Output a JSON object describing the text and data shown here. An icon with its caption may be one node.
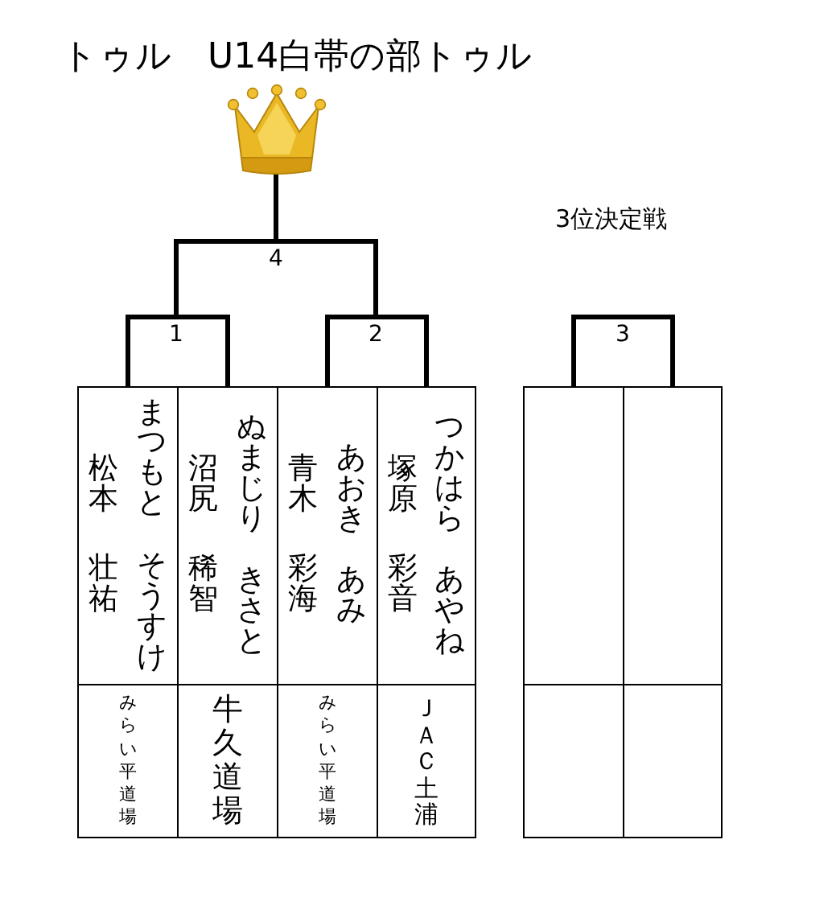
{
  "diagram": {
    "title": "トゥル　U14白帯の部トゥル",
    "nodes": [
      {
        "text": [],
        "shape": "picture"
      },
      {
        "text": [
          "4"
        ]
      },
      {
        "text": [
          "1"
        ]
      },
      {
        "text": [
          "2"
        ]
      },
      {
        "text": [
          "3"
        ]
      },
      {
        "text": [
          "松本",
          "壮祐",
          "まつもと",
          "そうすけ"
        ]
      },
      {
        "text": [
          "沼尻",
          "稀智",
          "ぬまじり",
          "きさと"
        ]
      },
      {
        "text": [
          "青木",
          "彩海",
          "あおき",
          "あみ"
        ]
      },
      {
        "text": [
          "塚原",
          "彩音",
          "つかはら",
          "あやね"
        ]
      },
      {
        "text": [
          "みらい平道場"
        ]
      },
      {
        "text": [
          "牛久道場"
        ]
      },
      {
        "text": [
          "みらい平道場"
        ]
      },
      {
        "text": [
          "ＪＡＣ土浦"
        ]
      },
      {
        "text": [],
        "shape": "box"
      },
      {
        "text": [],
        "shape": "box"
      },
      {
        "text": [],
        "shape": "box"
      },
      {
        "text": [],
        "shape": "box"
      }
    ],
    "edges": [
      {
        "from": 5,
        "to": 2,
        "arrow": "none"
      },
      {
        "from": 6,
        "to": 2,
        "arrow": "none"
      },
      {
        "from": 7,
        "to": 3,
        "arrow": "none"
      },
      {
        "from": 8,
        "to": 3,
        "arrow": "none"
      },
      {
        "from": 2,
        "to": 1,
        "arrow": "none"
      },
      {
        "from": 3,
        "to": 1,
        "arrow": "none"
      },
      {
        "from": 1,
        "to": 0,
        "arrow": "none"
      },
      {
        "from": 13,
        "to": 4,
        "arrow": "none"
      },
      {
        "from": 14,
        "to": 4,
        "arrow": "none"
      }
    ],
    "labels": [
      "3位決定戦"
    ]
  }
}
